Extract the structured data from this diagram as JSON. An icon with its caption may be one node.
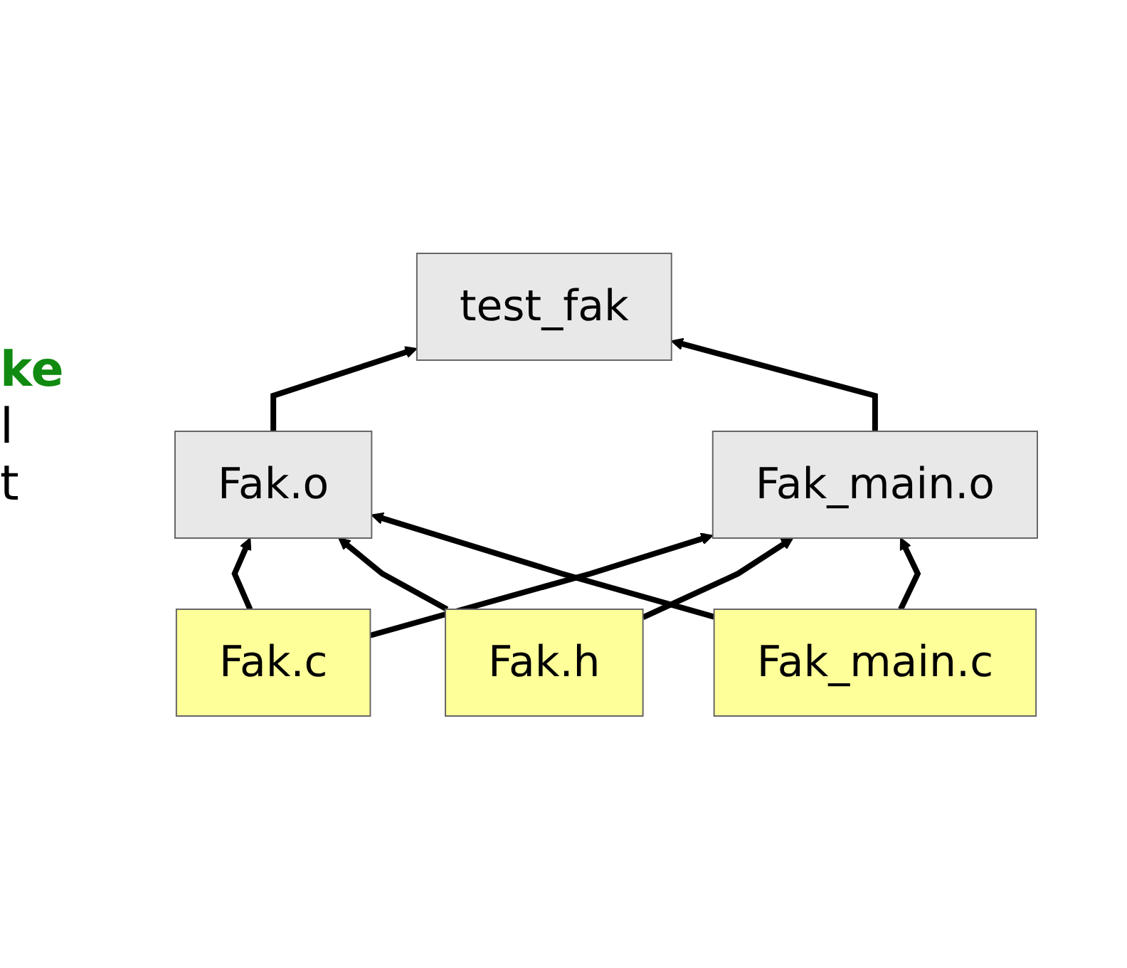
{
  "diagram": {
    "nodes": [
      {
        "text": [
          "test_fak"
        ]
      },
      {
        "text": [
          "Fak.o"
        ]
      },
      {
        "text": [
          "Fak_main.o"
        ]
      },
      {
        "text": [
          "Fak.c"
        ]
      },
      {
        "text": [
          "Fak.h"
        ]
      },
      {
        "text": [
          "Fak_main.c"
        ]
      }
    ],
    "edges": [
      {
        "from": 1,
        "to": 0,
        "arrow": "to"
      },
      {
        "from": 2,
        "to": 0,
        "arrow": "to"
      },
      {
        "from": 3,
        "to": 1,
        "arrow": "to"
      },
      {
        "from": 3,
        "to": 2,
        "arrow": "to"
      },
      {
        "from": 4,
        "to": 1,
        "arrow": "to"
      },
      {
        "from": 4,
        "to": 2,
        "arrow": "to"
      },
      {
        "from": 5,
        "to": 1,
        "arrow": "to"
      },
      {
        "from": 5,
        "to": 2,
        "arrow": "to"
      }
    ],
    "labels": [
      "ke",
      "l",
      "t"
    ]
  }
}
